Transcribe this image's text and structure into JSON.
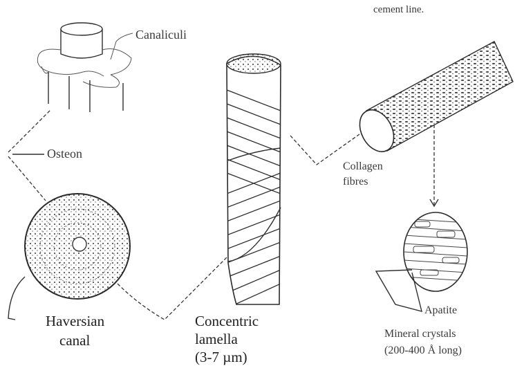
{
  "labels": {
    "cement_line": "cement line.",
    "canaliculi": "Canaliculi",
    "osteon": "Osteon",
    "collagen_line1": "Collagen",
    "collagen_line2": "fibres",
    "haversian_line1": "Haversian",
    "haversian_line2": "canal",
    "concentric_line1": "Concentric",
    "concentric_line2": "lamella",
    "concentric_line3": "(3-7 µm)",
    "apatite": "Apatite",
    "mineral_line1": "Mineral crystals",
    "mineral_line2": "(200-400 Å long)"
  },
  "colors": {
    "ink": "#2e2e2e",
    "paper": "#ffffff",
    "text": "#3a3a3a"
  }
}
